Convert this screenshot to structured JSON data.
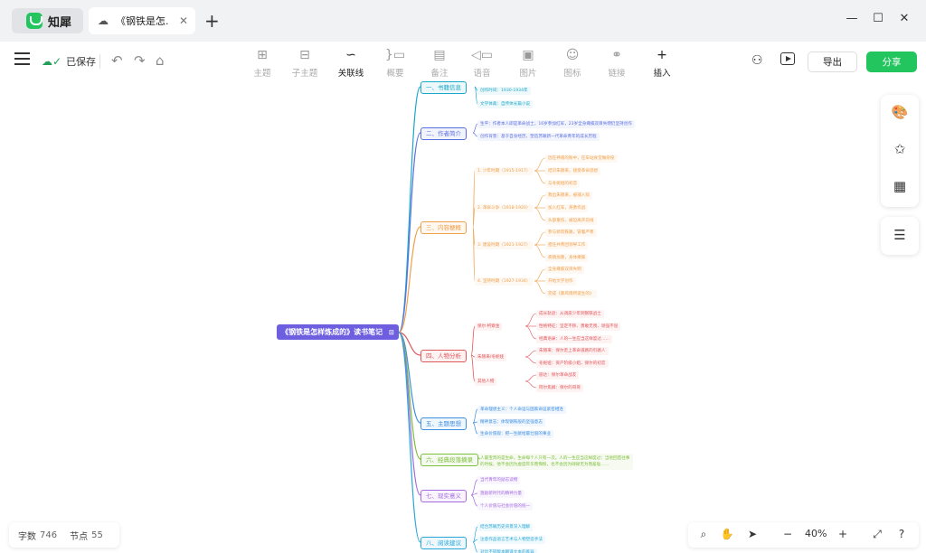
{
  "app": {
    "name": "知犀",
    "doc_tab_title": "《钢铁是怎...",
    "close": "✕",
    "new_tab": "+"
  },
  "window": {
    "minimize": "—",
    "maximize": "☐",
    "close": "✕"
  },
  "toolbar": {
    "saved_label": "已保存",
    "tools": [
      {
        "label": "主题",
        "icon": "⊞",
        "active": false
      },
      {
        "label": "子主题",
        "icon": "⊟",
        "active": false
      },
      {
        "label": "关联线",
        "icon": "∽",
        "active": true
      },
      {
        "label": "概要",
        "icon": "}▭",
        "active": false
      },
      {
        "label": "备注",
        "icon": "▤",
        "active": false
      },
      {
        "label": "语音",
        "icon": "◁▭",
        "active": false
      },
      {
        "label": "图片",
        "icon": "▣",
        "active": false
      },
      {
        "label": "图标",
        "icon": "☺",
        "active": false
      },
      {
        "label": "链接",
        "icon": "⚭",
        "active": false
      },
      {
        "label": "插入",
        "icon": "+",
        "active": true
      }
    ],
    "export_label": "导出",
    "share_label": "分享"
  },
  "mindmap": {
    "root": "《钢铁是怎样炼成的》读书笔记",
    "branches": [
      {
        "label": "一、书籍信息",
        "color": "#1aa7c9",
        "leaves": [
          "创作时间：1930-1934年",
          "文学体裁：自传体长篇小说"
        ]
      },
      {
        "label": "二、作者简介",
        "color": "#5b6fe0",
        "leaves": [
          "生平：作者本人即是革命战士，16岁参加红军，23岁全身瘫痪双目失明仍坚持创作",
          "创作背景：基于自身经历，塑造苏联新一代革命青年的成长历程"
        ]
      },
      {
        "label": "三、内容梗概",
        "color": "#f0a04b",
        "subs": [
          {
            "label": "1. 少年时期（1915-1917）",
            "leaves": [
              "因在神甫的粉中，在车站食堂做杂役",
              "结识朱赫来，接受革命思想",
              "与冬妮娅的初恋"
            ]
          },
          {
            "label": "2. 革命斗争（1918-1920）",
            "leaves": [
              "救出朱赫来，被捕入狱",
              "加入红军，英勇作战",
              "头部重伤，被迫离开前线"
            ]
          },
          {
            "label": "3. 建设时期（1921-1927）",
            "leaves": [
              "参与修筑铁路，冒着严寒",
              "担任共青团领导工作",
              "病情加重，身体瘫痪"
            ]
          },
          {
            "label": "4. 坚持时期（1927-1934）",
            "leaves": [
              "全身瘫痪双目失明",
              "开始文学创作",
              "完成《暴风雨所诞生的》"
            ]
          }
        ]
      },
      {
        "label": "四、人物分析",
        "color": "#e0575b",
        "subs": [
          {
            "label": "保尔·柯察金",
            "leaves": [
              "成长轨迹：从调皮少年到钢铁战士",
              "性格特征：坚定不移、勇敢无畏、顽强不屈",
              "经典语录：人的一生应当这样度过……"
            ]
          },
          {
            "label": "朱赫来/冬妮娅",
            "leaves": [
              "朱赫来：保尔走上革命道路的引路人",
              "冬妮娅：资产阶级小姐，保尔的初恋"
            ]
          },
          {
            "label": "其他人物",
            "leaves": [
              "丽达：保尔革命战友",
              "阿尔焦姆：保尔的哥哥"
            ]
          }
        ]
      },
      {
        "label": "五、主题思想",
        "color": "#3d8fe0",
        "leaves": [
          "革命理想主义：个人命运与国家命运紧密相连",
          "精神意志：体现钢铁般的坚强意志",
          "生命价值观：把一生献给最壮丽的事业"
        ]
      },
      {
        "label": "六、经典段落摘录",
        "color": "#7dbf3a",
        "leaves": [
          "人最宝贵的是生命，生命每个人只有一次。人的一生应当这样度过：当他回首往事的时候，他不会因为虚度年华而悔恨，也不会因为碌碌无为而羞耻……"
        ]
      },
      {
        "label": "七、现实意义",
        "color": "#a46be0",
        "leaves": [
          "当代青年的励志读物",
          "激励新时代的精神力量",
          "个人价值与社会价值的统一"
        ]
      },
      {
        "label": "八、阅读建议",
        "color": "#2aa7d9",
        "leaves": [
          "结合苏联历史背景深入理解",
          "注意作品语言艺术与人物塑造手法",
          "对比不同版本翻译文本的差异"
        ]
      }
    ]
  },
  "stats": {
    "word_label": "字数",
    "word_count": "746",
    "node_label": "节点",
    "node_count": "55"
  },
  "zoom": {
    "value": "40%",
    "minus": "−",
    "plus": "+"
  }
}
